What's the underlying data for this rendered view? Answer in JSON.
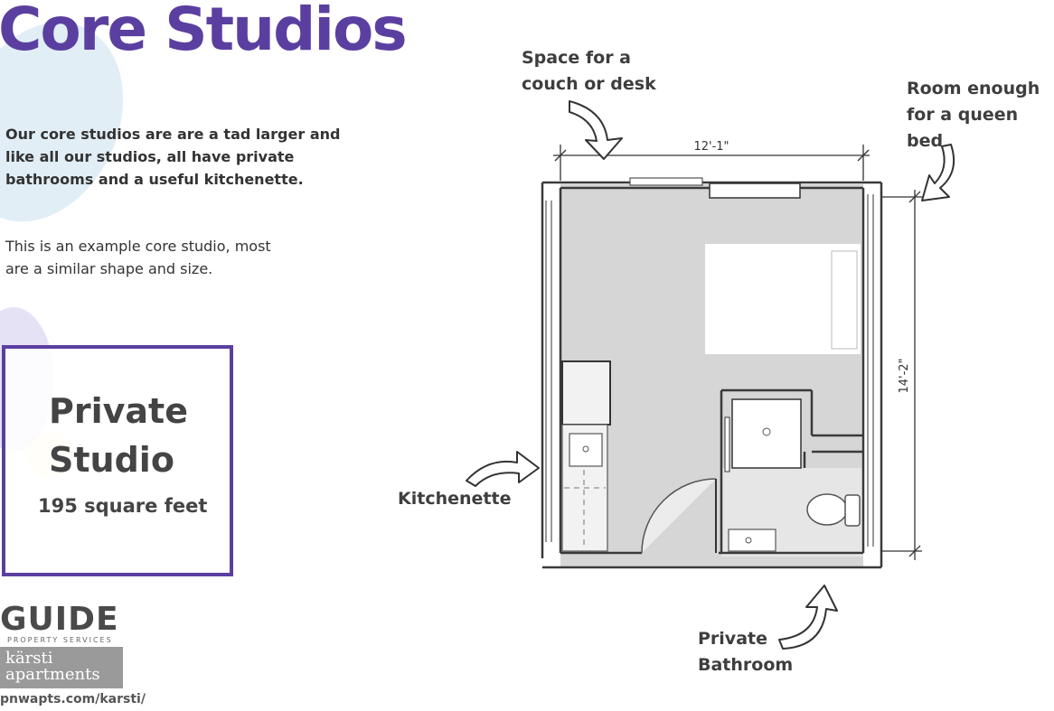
{
  "header": {
    "title": "Core Studios"
  },
  "intro": {
    "description": "Our core studios are are a tad larger and like all our studios, all have private bathrooms and a useful kitchenette.",
    "example": "This is an example core studio, most are a similar shape and size."
  },
  "studio_card": {
    "name_line1": "Private",
    "name_line2": "Studio",
    "size": "195 square feet"
  },
  "branding": {
    "guide_logo": "GUIDE",
    "guide_sub": "PROPERTY SERVICES",
    "karsti_line1": "kärsti",
    "karsti_line2": "apartments",
    "url": "pnwapts.com/karsti/"
  },
  "floorplan": {
    "width_dim": "12'-1\"",
    "height_dim": "14'-2\"",
    "callouts": {
      "couch_line1": "Space for a",
      "couch_line2": "couch or desk",
      "bed_line1": "Room enough",
      "bed_line2": "for a queen bed",
      "kitchen": "Kitchenette",
      "bath_line1": "Private",
      "bath_line2": "Bathroom"
    }
  },
  "colors": {
    "brand_purple": "#5b3fa0",
    "floor_gray": "#d6d6d6",
    "wall_dark": "#3a3a3a"
  }
}
